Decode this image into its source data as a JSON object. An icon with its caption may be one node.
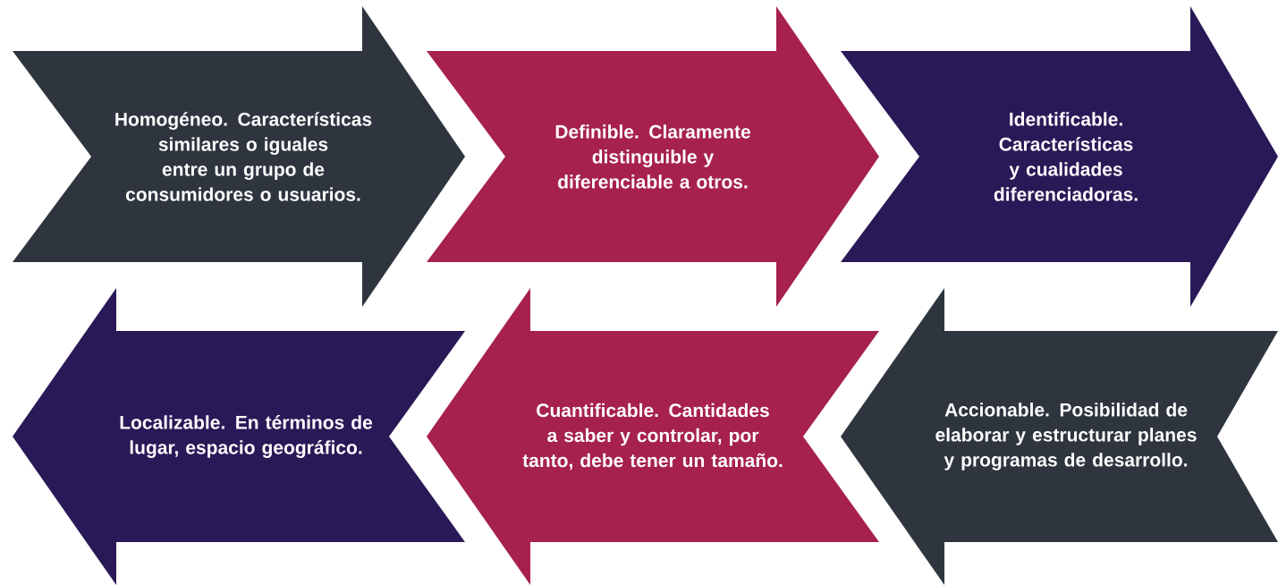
{
  "diagram": {
    "nodes": [
      {
        "text": [
          "Homogéneo. Características similares o iguales entre un grupo de consumidores o usuarios."
        ]
      },
      {
        "text": [
          "Definible. Claramente distinguible y diferenciable a otros."
        ]
      },
      {
        "text": [
          "Identificable. Características y cualidades diferenciadoras."
        ]
      },
      {
        "text": [
          "Localizable. En términos de lugar, espacio geográfico."
        ]
      },
      {
        "text": [
          "Cuantificable. Cantidades a saber y controlar, por tanto, debe tener un tamaño."
        ]
      },
      {
        "text": [
          "Accionable. Posibilidad de elaborar y estructurar planes y programas de desarrollo."
        ]
      }
    ]
  }
}
